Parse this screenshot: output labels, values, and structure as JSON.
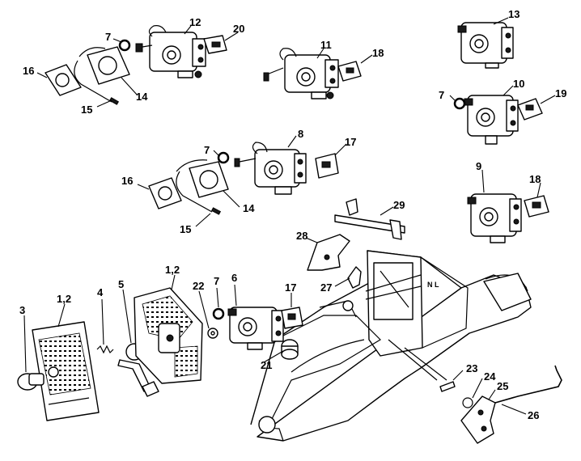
{
  "diagram": {
    "callouts": [
      "1,2",
      "1,2",
      "3",
      "4",
      "5",
      "6",
      "7",
      "7",
      "7",
      "7",
      "8",
      "9",
      "10",
      "11",
      "12",
      "13",
      "14",
      "14",
      "15",
      "15",
      "16",
      "16",
      "17",
      "17",
      "18",
      "18",
      "19",
      "20",
      "21",
      "22",
      "23",
      "24",
      "25",
      "26",
      "27",
      "28",
      "29"
    ]
  },
  "labels": {
    "n1_2a": "1,2",
    "n1_2b": "1,2",
    "n3": "3",
    "n4": "4",
    "n5": "5",
    "n6": "6",
    "n7a": "7",
    "n7b": "7",
    "n7c": "7",
    "n7d": "7",
    "n8": "8",
    "n9": "9",
    "n10": "10",
    "n11": "11",
    "n12": "12",
    "n13": "13",
    "n14a": "14",
    "n14b": "14",
    "n15a": "15",
    "n15b": "15",
    "n16a": "16",
    "n16b": "16",
    "n17a": "17",
    "n17b": "17",
    "n18a": "18",
    "n18b": "18",
    "n19": "19",
    "n20": "20",
    "n21": "21",
    "n22": "22",
    "n23": "23",
    "n24": "24",
    "n25": "25",
    "n26": "26",
    "n27": "27",
    "n28": "28",
    "n29": "29"
  }
}
